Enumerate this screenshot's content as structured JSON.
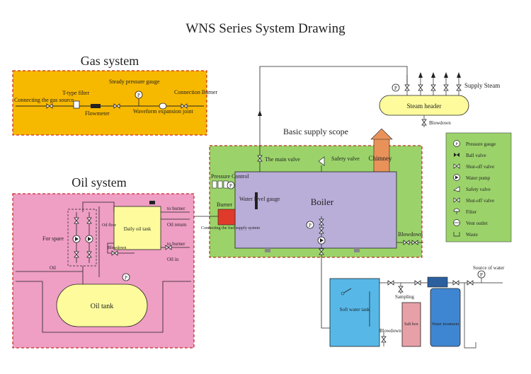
{
  "title": "WNS Series System Drawing",
  "colors": {
    "gas_bg": "#f7b800",
    "oil_bg": "#ef9ec4",
    "supply_bg": "#9bd36a",
    "boiler": "#b9aed8",
    "oil_tank": "#fdfb9b",
    "daily_tank": "#fdfb9b",
    "steam_header": "#fdfb9b",
    "chimney": "#e8925a",
    "burner": "#e03a2a",
    "soft_tank": "#57b8e8",
    "salt_box": "#e8a0a8",
    "water_treatment": "#3f86d2",
    "legend_bg": "#9bd36a"
  },
  "gas": {
    "heading": "Gas system",
    "source": "Connecting the gas source",
    "filter": "T-type filter",
    "flowmeter": "Flowmeter",
    "steady_gauge": "Steady pressure gauge",
    "waveform": "Waveform expansion joint",
    "burner_conn": "Connection Burner"
  },
  "oil": {
    "heading": "Oil system",
    "for_spare": "For spare",
    "oil_flow": "Oil flow",
    "daily_tank": "Daily oil tank",
    "to_burner_1": "to burner",
    "oil_return": "Oil return",
    "blowdown": "Blowdown",
    "to_burner_2": "to burner",
    "oil_in": "Oil in",
    "oil": "Oil",
    "tank": "Oil tank"
  },
  "supply": {
    "scope": "Basic supply scope",
    "main_valve": "The main valve",
    "safety_valve": "Safety valve",
    "chimney": "Chimney",
    "pressure_control": "Pressure Control",
    "burner": "Burner",
    "water_level": "Water level gauge",
    "boiler": "Boiler",
    "fuel_supply": "Connecting the fuel supply system",
    "blowdown": "Blowdown"
  },
  "steam": {
    "header": "Steam header",
    "supply": "Supply Steam",
    "blowdown": "Blowdown"
  },
  "water": {
    "soft_tank": "Soft water tank",
    "sampling": "Sampling",
    "salt_box": "Salt box",
    "treatment": "Water treatment",
    "source": "Source of water",
    "blowdown": "Blowdown"
  },
  "legend": {
    "items": [
      {
        "icon": "pressure-gauge-icon",
        "label": "Pressure gauge"
      },
      {
        "icon": "ball-valve-icon",
        "label": "Ball valve"
      },
      {
        "icon": "shut-off-valve-icon",
        "label": "Shut-off valve"
      },
      {
        "icon": "water-pump-icon",
        "label": "Water pump"
      },
      {
        "icon": "safety-valve-icon",
        "label": "Safety valve"
      },
      {
        "icon": "shut-off-valve-icon",
        "label": "Shut-off valve"
      },
      {
        "icon": "filter-icon",
        "label": "Filter"
      },
      {
        "icon": "vent-outlet-icon",
        "label": "Vent outlet"
      },
      {
        "icon": "waste-icon",
        "label": "Waste"
      }
    ]
  }
}
